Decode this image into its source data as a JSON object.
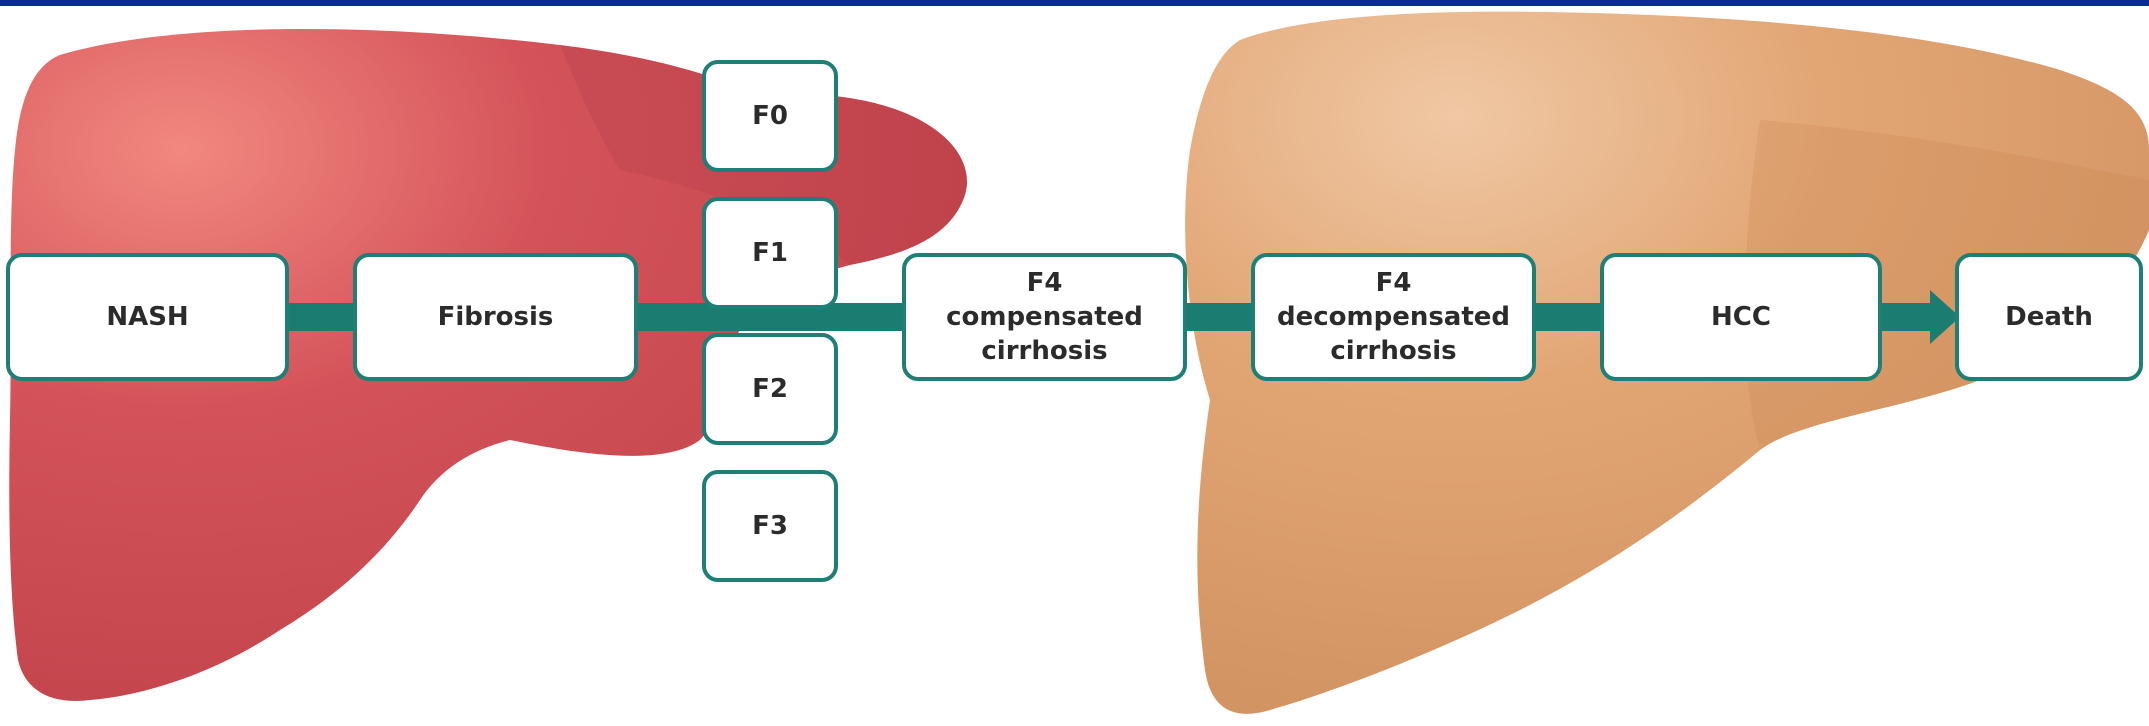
{
  "colors": {
    "top_bar": "#0a2a9e",
    "left_liver": "#cd4d55",
    "right_liver": "#dc9e6c",
    "arrow": "#1b7d72",
    "box_border": "#1d7f76"
  },
  "icons": {
    "left_liver": "liver-illustration-diseased",
    "right_liver": "liver-illustration-cirrhotic"
  },
  "stages": {
    "nash": "NASH",
    "fibrosis": "Fibrosis",
    "f0": "F0",
    "f1": "F1",
    "f2": "F2",
    "f3": "F3",
    "f4_compensated": {
      "line1": "F4",
      "line2": "compensated",
      "line3": "cirrhosis"
    },
    "f4_decompensated": {
      "line1": "F4",
      "line2": "decompensated",
      "line3": "cirrhosis"
    },
    "hcc": "HCC",
    "death": "Death"
  }
}
